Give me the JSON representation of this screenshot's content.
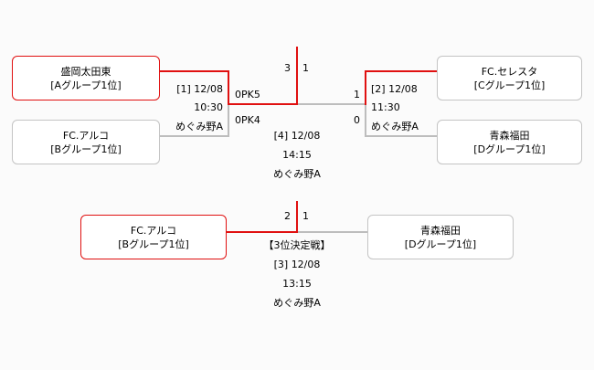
{
  "match1": {
    "team_a": {
      "name": "盛岡太田東",
      "group": "[Aグループ1位]"
    },
    "team_b": {
      "name": "FC.アルコ",
      "group": "[Bグループ1位]"
    },
    "label": "[1] 12/08",
    "time": "10:30",
    "venue": "めぐみ野A",
    "pk_a": "0PK5",
    "pk_b": "0PK4"
  },
  "match2": {
    "team_a": {
      "name": "FC.セレスタ",
      "group": "[Cグループ1位]"
    },
    "team_b": {
      "name": "青森福田",
      "group": "[Dグループ1位]"
    },
    "label": "[2] 12/08",
    "time": "11:30",
    "venue": "めぐみ野A",
    "score_a": "1",
    "score_b": "0"
  },
  "final": {
    "score_left": "3",
    "score_right": "1",
    "label": "[4] 12/08",
    "time": "14:15",
    "venue": "めぐみ野A"
  },
  "third_place": {
    "team_a": {
      "name": "FC.アルコ",
      "group": "[Bグループ1位]"
    },
    "team_b": {
      "name": "青森福田",
      "group": "[Dグループ1位]"
    },
    "title": "【3位決定戦】",
    "label": "[3] 12/08",
    "time": "13:15",
    "venue": "めぐみ野A",
    "score_left": "2",
    "score_right": "1"
  },
  "colors": {
    "winner": "#e01010",
    "loser": "#bdbdbd"
  }
}
